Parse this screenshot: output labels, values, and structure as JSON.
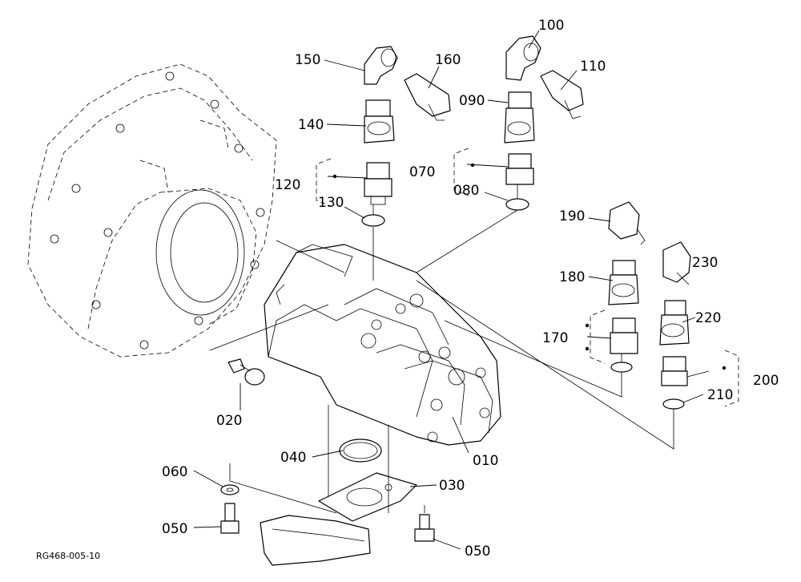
{
  "drawing_code": "RG468-005-10",
  "labels": {
    "p010": "010",
    "p020": "020",
    "p030": "030",
    "p040": "040",
    "p050a": "050",
    "p050b": "050",
    "p060": "060",
    "p070": "070",
    "p080": "080",
    "p090": "090",
    "p100": "100",
    "p110": "110",
    "p120": "120",
    "p130": "130",
    "p140": "140",
    "p150": "150",
    "p160": "160",
    "p170": "170",
    "p180": "180",
    "p190": "190",
    "p200": "200",
    "p210": "210",
    "p220": "220",
    "p230": "230"
  }
}
